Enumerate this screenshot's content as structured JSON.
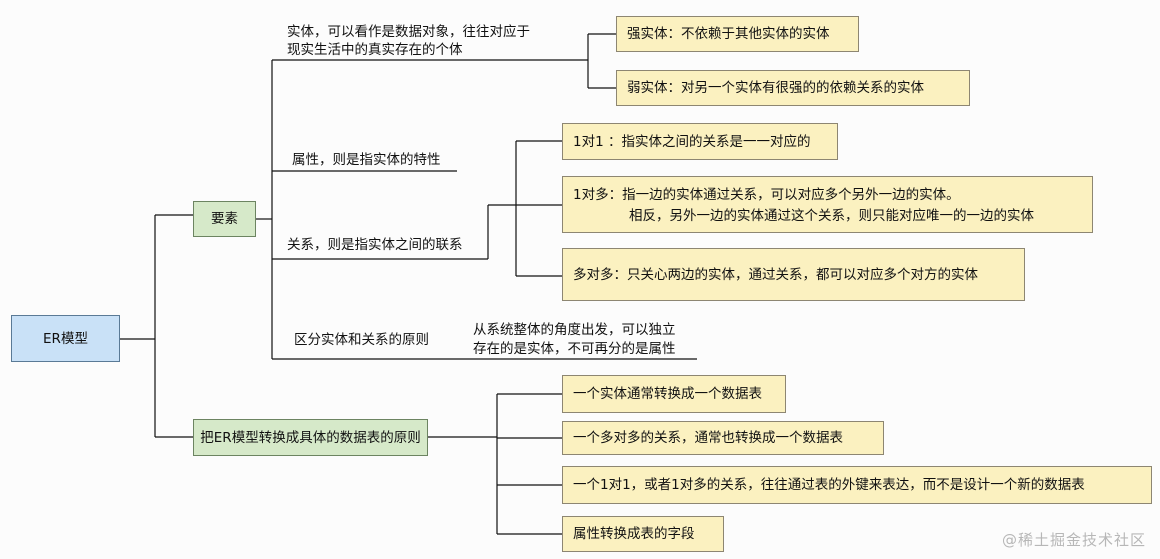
{
  "root": {
    "label": "ER模型"
  },
  "elements": {
    "label": "要素",
    "entity": {
      "label_line1": "实体，可以看作是数据对象，往往对应于",
      "label_line2": "现实生活中的真实存在的个体",
      "strong": "强实体：不依赖于其他实体的实体",
      "weak": "弱实体：对另一个实体有很强的的依赖关系的实体"
    },
    "attribute": {
      "label": "属性，则是指实体的特性"
    },
    "relationship": {
      "label": "关系，则是指实体之间的联系",
      "one_to_one": "1对1 ：指实体之间的关系是一一对应的",
      "one_to_many_line1": "1对多：指一边的实体通过关系，可以对应多个另外一边的实体。",
      "one_to_many_line2": "相反，另外一边的实体通过这个关系，则只能对应唯一的一边的实体",
      "many_to_many": "多对多：只关心两边的实体，通过关系，都可以对应多个对方的实体"
    },
    "principle": {
      "label": "区分实体和关系的原则",
      "detail_line1": "从系统整体的角度出发，可以独立",
      "detail_line2": "存在的是实体，不可再分的是属性"
    }
  },
  "conversion": {
    "label": "把ER模型转换成具体的数据表的原则",
    "items": [
      "一个实体通常转换成一个数据表",
      "一个多对多的关系，通常也转换成一个数据表",
      "一个1对1，或者1对多的关系，往往通过表的外键来表达，而不是设计一个新的数据表",
      "属性转换成表的字段"
    ]
  },
  "watermark": "@稀土掘金技术社区",
  "colors": {
    "root_fill": "#c9e1f7",
    "branch_fill": "#d6e9c9",
    "leaf_fill": "#fbf1c0",
    "connector": "#111111"
  }
}
